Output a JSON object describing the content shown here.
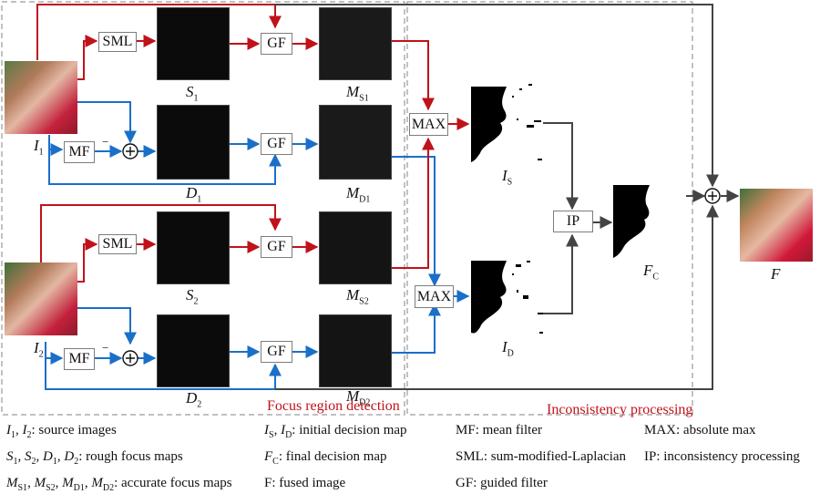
{
  "diagram": {
    "title": "Multi-focus image fusion pipeline",
    "colors": {
      "sml_path": "#c0121a",
      "diff_path": "#1a6fc8",
      "output_path": "#444444",
      "region_title": "#c0121a",
      "region_border": "#9a9a9a"
    },
    "regions": [
      {
        "id": "focus",
        "title": "Focus region detection"
      },
      {
        "id": "inconsistency",
        "title": "Inconsistency processing"
      }
    ],
    "nodes": {
      "sml1": "SML",
      "sml2": "SML",
      "mf1": "MF",
      "mf2": "MF",
      "gf_s1": "GF",
      "gf_d1": "GF",
      "gf_s2": "GF",
      "gf_d2": "GF",
      "max_s": "MAX",
      "max_d": "MAX",
      "ip": "IP",
      "sum_symbol": "+",
      "minus_symbol": "−"
    },
    "images": {
      "I1": {
        "base": "I",
        "sub": "1",
        "kind": "source-photo"
      },
      "I2": {
        "base": "I",
        "sub": "2",
        "kind": "source-photo"
      },
      "S1": {
        "base": "S",
        "sub": "1",
        "kind": "focus-map"
      },
      "D1": {
        "base": "D",
        "sub": "1",
        "kind": "focus-map"
      },
      "S2": {
        "base": "S",
        "sub": "2",
        "kind": "focus-map"
      },
      "D2": {
        "base": "D",
        "sub": "2",
        "kind": "focus-map"
      },
      "MS1": {
        "base": "M",
        "sub": "S1",
        "kind": "focus-map"
      },
      "MD1": {
        "base": "M",
        "sub": "D1",
        "kind": "focus-map"
      },
      "MS2": {
        "base": "M",
        "sub": "S2",
        "kind": "focus-map"
      },
      "MD2": {
        "base": "M",
        "sub": "D2",
        "kind": "focus-map"
      },
      "IS": {
        "base": "I",
        "sub": "S",
        "kind": "decision-map"
      },
      "ID": {
        "base": "I",
        "sub": "D",
        "kind": "decision-map"
      },
      "FC": {
        "base": "F",
        "sub": "C",
        "kind": "decision-map"
      },
      "F": {
        "base": "F",
        "sub": "",
        "kind": "fused-photo"
      }
    }
  },
  "legend": [
    {
      "key_html": "<i>I</i><sub>1</sub>, <i>I</i><sub>2</sub>",
      "text": ": source images"
    },
    {
      "key_html": "<i>S</i><sub>1</sub>, <i>S</i><sub>2</sub>, <i>D</i><sub>1</sub>, <i>D</i><sub>2</sub>",
      "text": ": rough focus maps"
    },
    {
      "key_html": "<i>M</i><sub>S1</sub>, <i>M</i><sub>S2</sub>, <i>M</i><sub>D1</sub>, <i>M</i><sub>D2</sub>",
      "text": ": accurate focus maps"
    },
    {
      "key_html": "<i>I</i><sub>S</sub>, <i>I</i><sub>D</sub>",
      "text": ": initial decision map"
    },
    {
      "key_html": "<i>F</i><sub>C</sub>",
      "text": ": final decision map"
    },
    {
      "key_html": "F",
      "text": ": fused image"
    },
    {
      "key_html": "MF",
      "text": ": mean filter"
    },
    {
      "key_html": "SML",
      "text": ": sum-modified-Laplacian"
    },
    {
      "key_html": "GF",
      "text": ": guided filter"
    },
    {
      "key_html": "MAX",
      "text": ": absolute max"
    },
    {
      "key_html": "IP",
      "text": ": inconsistency processing"
    }
  ]
}
